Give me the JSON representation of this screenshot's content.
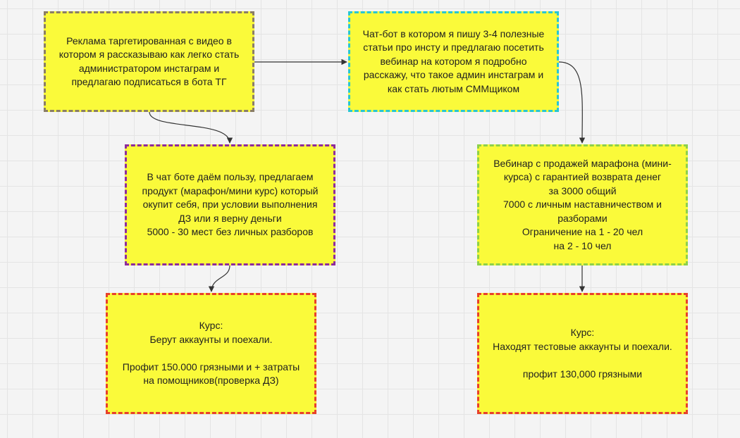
{
  "board": {
    "cards": {
      "ad": "Реклама таргетированная с видео в\nкотором я рассказываю как легко стать\nадминистратором инстаграм и\nпредлагаю подписаться в бота ТГ",
      "chatbot": "Чат-бот в котором я пишу 3-4 полезные\nстатьи про инсту и предлагаю посетить\nвебинар на котором я подробно\nрасскажу, что такое админ инстаграм и\nкак стать лютым СММщиком",
      "product": "В чат боте даём пользу, предлагаем\nпродукт (марафон/мини курс) который\nокупит себя, при условии выполнения\nДЗ или я верну деньги\n5000 - 30 мест без личных разборов",
      "webinar": "Вебинар с продажей марафона (мини-\nкурса) с гарантией возврата денег\nза 3000 общий\n7000 с личным наставничеством и\nразборами\nОграничение на 1 - 20 чел\nна 2 - 10 чел",
      "course_left": "Курс:\nБерут аккаунты и поехали.\n\nПрофит 150.000 грязными и + затраты\nна помощников(проверка ДЗ)",
      "course_right": "Курс:\nНаходят тестовые аккаунты и поехали.\n\nпрофит 130,000 грязными"
    },
    "colors": {
      "card_fill": "#fafa3a",
      "border_ad": "#8a7d66",
      "border_chatbot": "#27c6d4",
      "border_product": "#8e2b9c",
      "border_webinar": "#8ed14a",
      "border_course": "#e8402a",
      "connector": "#333333",
      "grid": "#e4e4e4",
      "background": "#f4f4f4"
    }
  }
}
